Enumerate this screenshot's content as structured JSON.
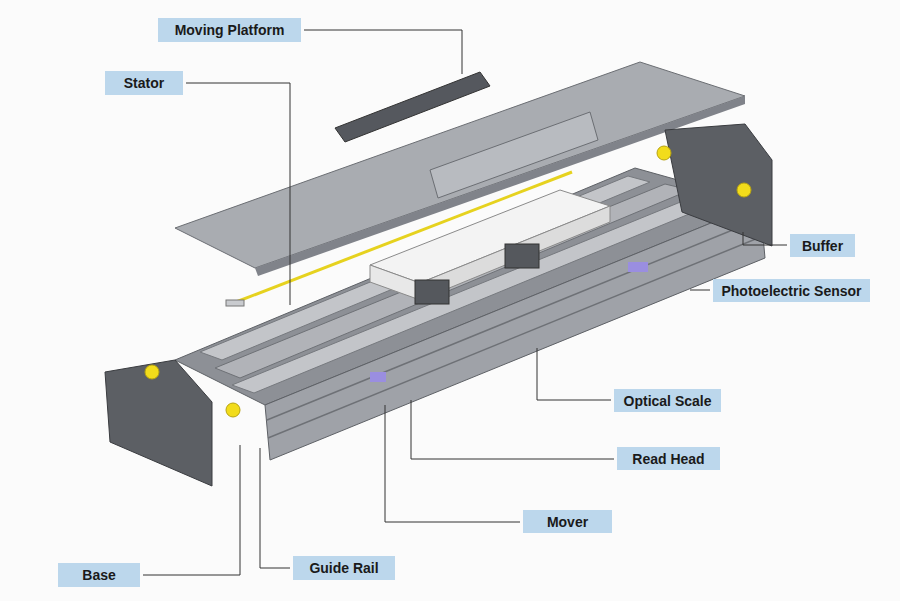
{
  "diagram": {
    "nodes": [
      {
        "text": [
          "Moving Platform"
        ]
      },
      {
        "text": [
          "Stator"
        ]
      },
      {
        "text": [
          "Buffer"
        ]
      },
      {
        "text": [
          "Photoelectric Sensor"
        ]
      },
      {
        "text": [
          "Optical Scale"
        ]
      },
      {
        "text": [
          "Read Head"
        ]
      },
      {
        "text": [
          "Mover"
        ]
      },
      {
        "text": [
          "Base"
        ]
      },
      {
        "text": [
          "Guide Rail"
        ]
      }
    ]
  }
}
